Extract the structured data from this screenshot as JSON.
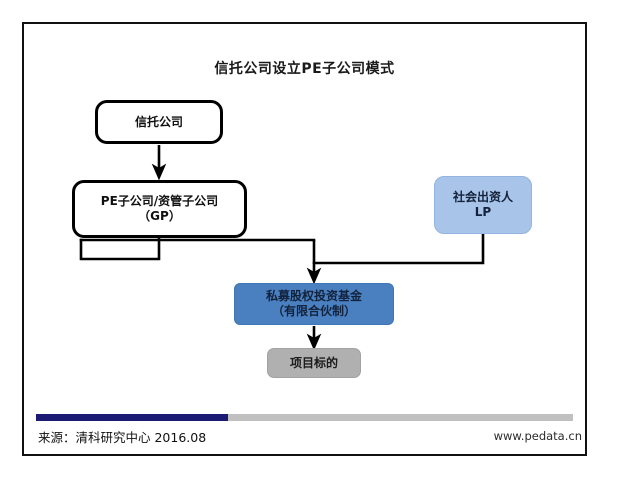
{
  "diagram": {
    "title": "信托公司设立PE子公司模式",
    "frame_border_color": "#111111",
    "background_color": "#ffffff",
    "nodes": [
      {
        "id": "trust-company",
        "line1": "信托公司",
        "line2": "",
        "style": "white-rounded-outline",
        "fill": "#ffffff"
      },
      {
        "id": "pe-subsidiary",
        "line1": "PE子公司/资管子公司",
        "line2": "（GP）",
        "style": "white-rounded-outline",
        "fill": "#ffffff"
      },
      {
        "id": "social-investor-lp",
        "line1": "社会出资人",
        "line2": "LP",
        "style": "light-blue-rounded",
        "fill": "#a8c4e8"
      },
      {
        "id": "pe-fund",
        "line1": "私募股权投资基金",
        "line2": "（有限合伙制）",
        "style": "blue-rounded",
        "fill": "#4a80c0"
      },
      {
        "id": "project-target",
        "line1": "项目标的",
        "line2": "",
        "style": "gray-rounded",
        "fill": "#b0b0b0"
      }
    ],
    "connectors": [
      {
        "from": "trust-company",
        "to": "pe-subsidiary",
        "type": "straight-down-arrow"
      },
      {
        "from": "pe-subsidiary",
        "to": "pe-fund",
        "type": "elbow-down-arrow"
      },
      {
        "from": "social-investor-lp",
        "to": "pe-fund",
        "type": "elbow-down-arrow"
      },
      {
        "from": "pe-fund",
        "to": "project-target",
        "type": "straight-down-arrow"
      }
    ],
    "connector_color": "#000000"
  },
  "footer": {
    "source": "来源：清科研究中心 2016.08",
    "url": "www.pedata.cn",
    "accent_color": "#1b1b74",
    "track_color": "#c0c0c0"
  }
}
